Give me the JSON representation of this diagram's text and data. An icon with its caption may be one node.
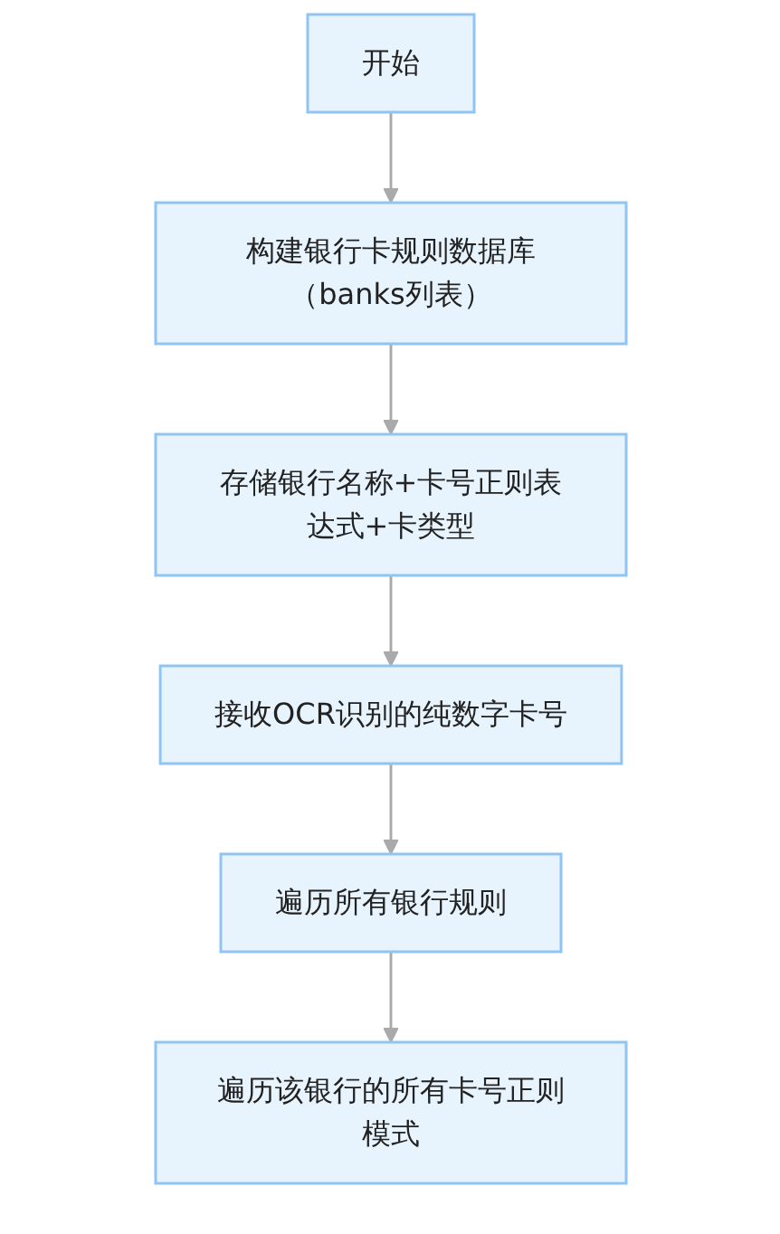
{
  "diagram": {
    "nodes": [
      {
        "text": [
          "开始"
        ]
      },
      {
        "text": [
          "构建银行卡规则数据库（banks列表）"
        ]
      },
      {
        "text": [
          "存储银行名称+卡号正则表达式+卡类型"
        ]
      },
      {
        "text": [
          "接收OCR识别的纯数字卡号"
        ]
      },
      {
        "text": [
          "遍历所有银行规则"
        ]
      },
      {
        "text": [
          "遍历该银行的所有卡号正则模式"
        ]
      }
    ],
    "edges": [
      {
        "from": 0,
        "to": 1,
        "arrow": "to"
      },
      {
        "from": 1,
        "to": 2,
        "arrow": "to"
      },
      {
        "from": 2,
        "to": 3,
        "arrow": "to"
      },
      {
        "from": 3,
        "to": 4,
        "arrow": "to"
      },
      {
        "from": 4,
        "to": 5,
        "arrow": "to"
      }
    ]
  }
}
